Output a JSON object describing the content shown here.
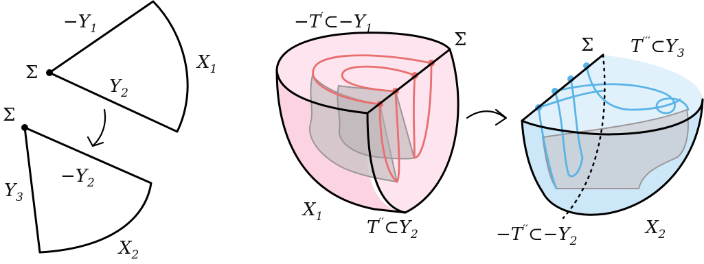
{
  "colors": {
    "pink_fill": "#fcd3e2",
    "pink_fill_light": "#fde4ee",
    "blue_fill": "#cce7f7",
    "blue_fill_light": "#e0f1fb",
    "gray_surface": "#c9c3c6",
    "red_curve": "#e96e6e",
    "blue_curve": "#5ab3e6",
    "outline": "#000000"
  },
  "labels": {
    "sigma": "Σ",
    "wedge_top": {
      "prefix": "−",
      "main": "Y",
      "sub": "1"
    },
    "wedge_top_right": {
      "main": "X",
      "sub": "1"
    },
    "wedge_top_inner": {
      "main": "Y",
      "sub": "2"
    },
    "wedge_bottom_inner": {
      "prefix": "−",
      "main": "Y",
      "sub": "2"
    },
    "wedge_bottom_left": {
      "main": "Y",
      "sub": "3"
    },
    "wedge_bottom_right": {
      "main": "X",
      "sub": "2"
    },
    "mid_top": {
      "prefix": "−",
      "main": "T",
      "sup": "′",
      "rel": "⊂",
      "prefix2": "−",
      "main2": "Y",
      "sub2": "1"
    },
    "mid_bottom_left": {
      "main": "X",
      "sub": "1"
    },
    "mid_bottom_right": {
      "main": "T",
      "sup": "′′",
      "rel": "⊂",
      "main2": "Y",
      "sub2": "2"
    },
    "right_top": {
      "main": "T",
      "sup": "′′′",
      "rel": "⊂",
      "main2": "Y",
      "sub2": "3"
    },
    "right_bottom_left": {
      "prefix": "−",
      "main": "T",
      "sup": "′′",
      "rel": "⊂",
      "prefix2": "−",
      "main2": "Y",
      "sub2": "2"
    },
    "right_bottom_right": {
      "main": "X",
      "sub": "2"
    }
  }
}
